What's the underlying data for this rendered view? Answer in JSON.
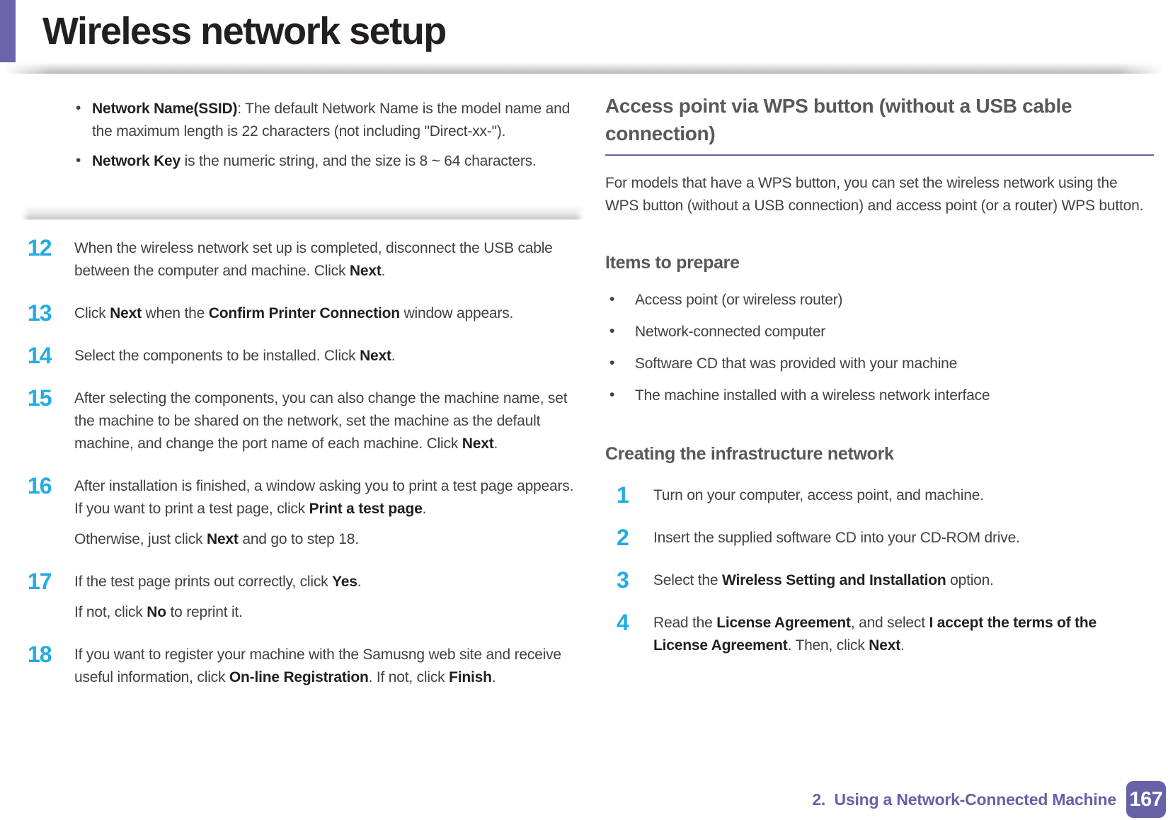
{
  "colors": {
    "accent_purple": "#6661A9",
    "bar_purple": "#6A64AC",
    "step_cyan": "#22ACE2",
    "heading_gray": "#58585A",
    "body_text": "#414042",
    "title_black": "#231F20"
  },
  "header": {
    "title": "Wireless network setup"
  },
  "note": {
    "bullets": [
      {
        "segments": [
          {
            "t": "Network Name(SSID)",
            "b": true
          },
          {
            "t": ": The default Network Name is the model name and the maximum length is 22 characters (not including \"Direct-xx-\").",
            "b": false
          }
        ]
      },
      {
        "segments": [
          {
            "t": "Network Key",
            "b": true
          },
          {
            "t": " is the numeric string, and the size is 8 ~ 64 characters.",
            "b": false
          }
        ]
      }
    ]
  },
  "left_steps": [
    {
      "num": "12",
      "paras": [
        [
          {
            "t": "When the wireless network set up is completed, disconnect the USB cable between the computer and machine. Click ",
            "b": false
          },
          {
            "t": "Next",
            "b": true
          },
          {
            "t": ".",
            "b": false
          }
        ]
      ]
    },
    {
      "num": "13",
      "paras": [
        [
          {
            "t": "Click ",
            "b": false
          },
          {
            "t": "Next",
            "b": true
          },
          {
            "t": " when the ",
            "b": false
          },
          {
            "t": "Confirm Printer Connection",
            "b": true
          },
          {
            "t": " window appears.",
            "b": false
          }
        ]
      ]
    },
    {
      "num": "14",
      "paras": [
        [
          {
            "t": "Select the components to be installed. Click ",
            "b": false
          },
          {
            "t": "Next",
            "b": true
          },
          {
            "t": ".",
            "b": false
          }
        ]
      ]
    },
    {
      "num": "15",
      "paras": [
        [
          {
            "t": "After selecting the components, you can also change the machine name, set the machine to be shared on the network, set the machine as the default machine, and change the port name of each machine. Click ",
            "b": false
          },
          {
            "t": "Next",
            "b": true
          },
          {
            "t": ".",
            "b": false
          }
        ]
      ]
    },
    {
      "num": "16",
      "paras": [
        [
          {
            "t": "After installation is finished, a window asking you to print a test page appears. If you want to print a test page, click ",
            "b": false
          },
          {
            "t": "Print a test page",
            "b": true
          },
          {
            "t": ".",
            "b": false
          }
        ],
        [
          {
            "t": "Otherwise, just click ",
            "b": false
          },
          {
            "t": "Next",
            "b": true
          },
          {
            "t": " and go to step 18.",
            "b": false
          }
        ]
      ]
    },
    {
      "num": "17",
      "paras": [
        [
          {
            "t": "If the test page prints out correctly, click ",
            "b": false
          },
          {
            "t": "Yes",
            "b": true
          },
          {
            "t": ".",
            "b": false
          }
        ],
        [
          {
            "t": "If not, click ",
            "b": false
          },
          {
            "t": "No",
            "b": true
          },
          {
            "t": " to reprint it.",
            "b": false
          }
        ]
      ]
    },
    {
      "num": "18",
      "paras": [
        [
          {
            "t": "If you want to register your machine with the Samusng web site and receive useful information, click ",
            "b": false
          },
          {
            "t": "On-line Registration",
            "b": true
          },
          {
            "t": ". If not, click ",
            "b": false
          },
          {
            "t": "Finish",
            "b": true
          },
          {
            "t": ".",
            "b": false
          }
        ]
      ]
    }
  ],
  "right": {
    "heading": "Access point via WPS button (without a USB cable connection)",
    "intro": "For models that have a WPS button, you can set the wireless network using the WPS button (without a USB connection) and access point (or a router) WPS button.",
    "items_heading": "Items to prepare",
    "items": [
      "Access point (or wireless router)",
      "Network-connected computer",
      "Software CD that was provided with your machine",
      "The machine installed with a wireless network interface"
    ],
    "infra_heading": "Creating the infrastructure network",
    "steps": [
      {
        "num": "1",
        "paras": [
          [
            {
              "t": "Turn on your computer, access point, and machine.",
              "b": false
            }
          ]
        ]
      },
      {
        "num": "2",
        "paras": [
          [
            {
              "t": "Insert the supplied software CD into your CD-ROM drive.",
              "b": false
            }
          ]
        ]
      },
      {
        "num": "3",
        "paras": [
          [
            {
              "t": "Select the ",
              "b": false
            },
            {
              "t": "Wireless Setting and Installation",
              "b": true
            },
            {
              "t": " option.",
              "b": false
            }
          ]
        ]
      },
      {
        "num": "4",
        "paras": [
          [
            {
              "t": "Read the ",
              "b": false
            },
            {
              "t": "License Agreement",
              "b": true
            },
            {
              "t": ", and select ",
              "b": false
            },
            {
              "t": "I accept the terms of the License Agreement",
              "b": true
            },
            {
              "t": ". Then, click ",
              "b": false
            },
            {
              "t": "Next",
              "b": true
            },
            {
              "t": ".",
              "b": false
            }
          ]
        ]
      }
    ]
  },
  "footer": {
    "chapter": "2.  Using a Network-Connected Machine",
    "page_number": "167"
  }
}
